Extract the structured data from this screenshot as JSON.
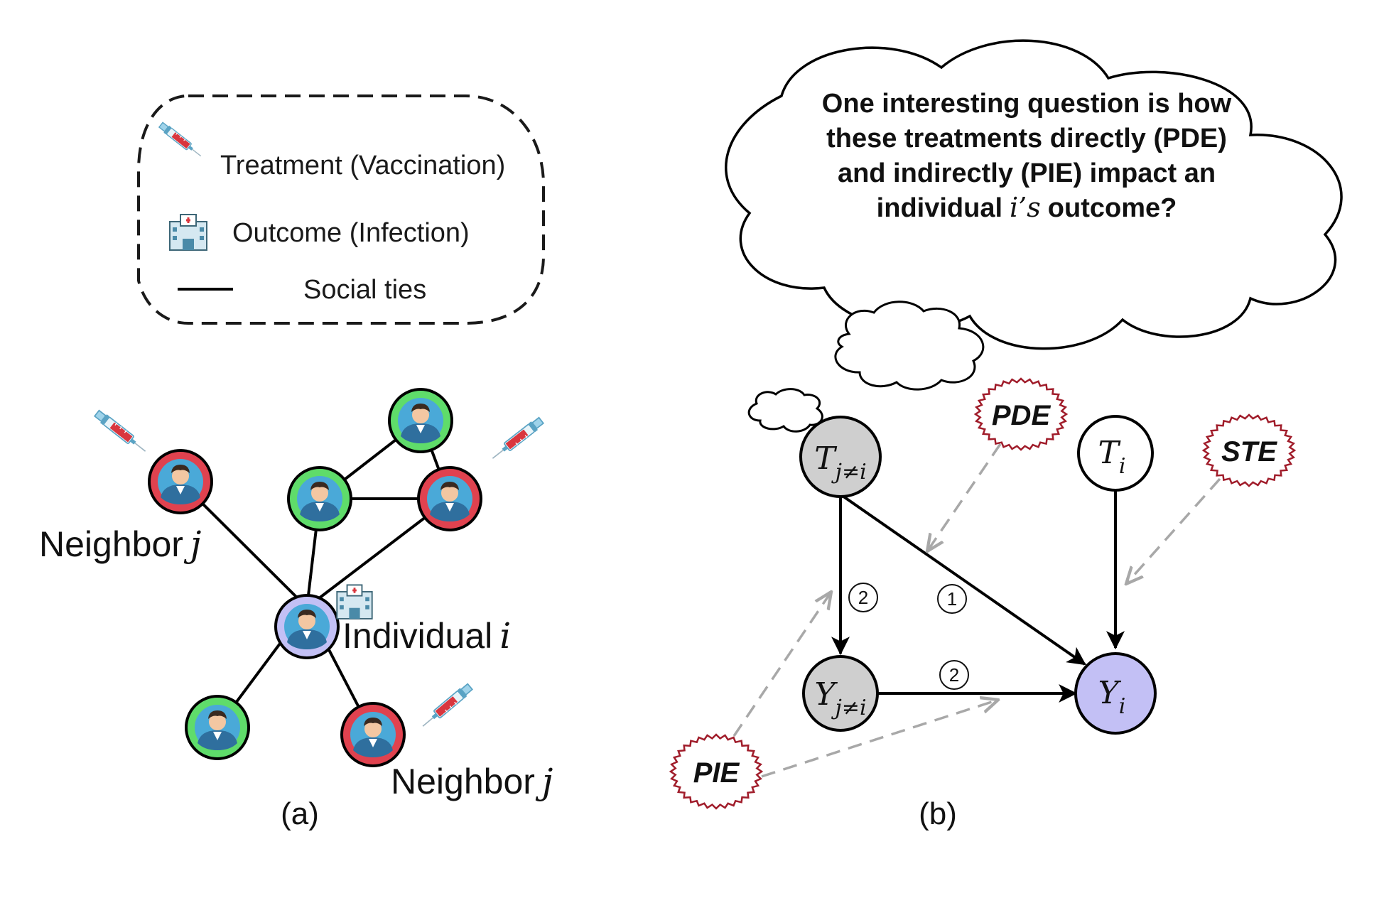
{
  "legend": {
    "treatment_label": "Treatment (Vaccination)",
    "outcome_label": "Outcome (Infection)",
    "social_ties_label": "Social ties"
  },
  "panel_a": {
    "neighbor_label_top": "Neighbor",
    "neighbor_label_bottom": "Neighbor",
    "neighbor_var": "j",
    "individual_label": "Individual",
    "individual_var": "i",
    "caption": "(a)"
  },
  "panel_b": {
    "question_line1": "One interesting question is how",
    "question_line2": "these treatments directly (PDE)",
    "question_line3": "and indirectly (PIE) impact an",
    "question_line4_pre": "individual",
    "question_line4_var": "i’s",
    "question_line4_post": "outcome?",
    "node_T_neighbors": {
      "base": "T",
      "sub": "j≠i"
    },
    "node_T_i": {
      "base": "T",
      "sub": "i"
    },
    "node_Y_neighbors": {
      "base": "Y",
      "sub": "j≠i"
    },
    "node_Y_i": {
      "base": "Y",
      "sub": "i"
    },
    "tag_pde": "PDE",
    "tag_pie": "PIE",
    "tag_ste": "STE",
    "path_marker_1": "1",
    "path_marker_2a": "2",
    "path_marker_2b": "2",
    "caption": "(b)"
  },
  "colors": {
    "treated_ring": "#e0424f",
    "untreated_ring": "#5fdc6a",
    "focal_fill": "#c3c0f5",
    "gray_node": "#cfcfcf",
    "effect_tag_border": "#a01c2a",
    "dashed_arrow": "#a8a8a8"
  }
}
